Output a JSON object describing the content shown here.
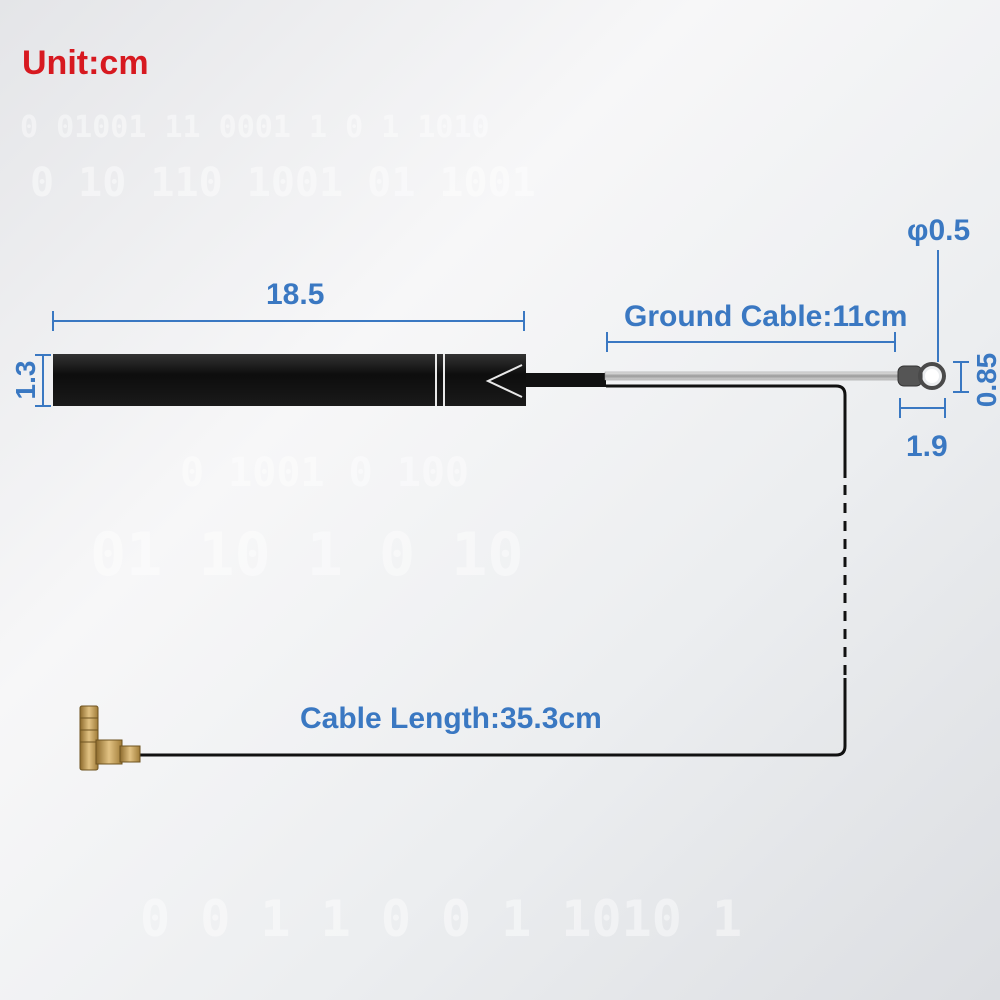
{
  "labels": {
    "unit": "Unit:cm",
    "body_length": "18.5",
    "body_height": "1.3",
    "ground_cable": "Ground Cable:11cm",
    "ring_diameter": "φ0.5",
    "ring_height": "0.85",
    "ring_width": "1.9",
    "cable_length": "Cable Length:35.3cm"
  },
  "colors": {
    "unit_text": "#d71920",
    "dimension_text": "#3a78c2",
    "antenna_body": "#111111",
    "connector": "#c9a25a"
  }
}
